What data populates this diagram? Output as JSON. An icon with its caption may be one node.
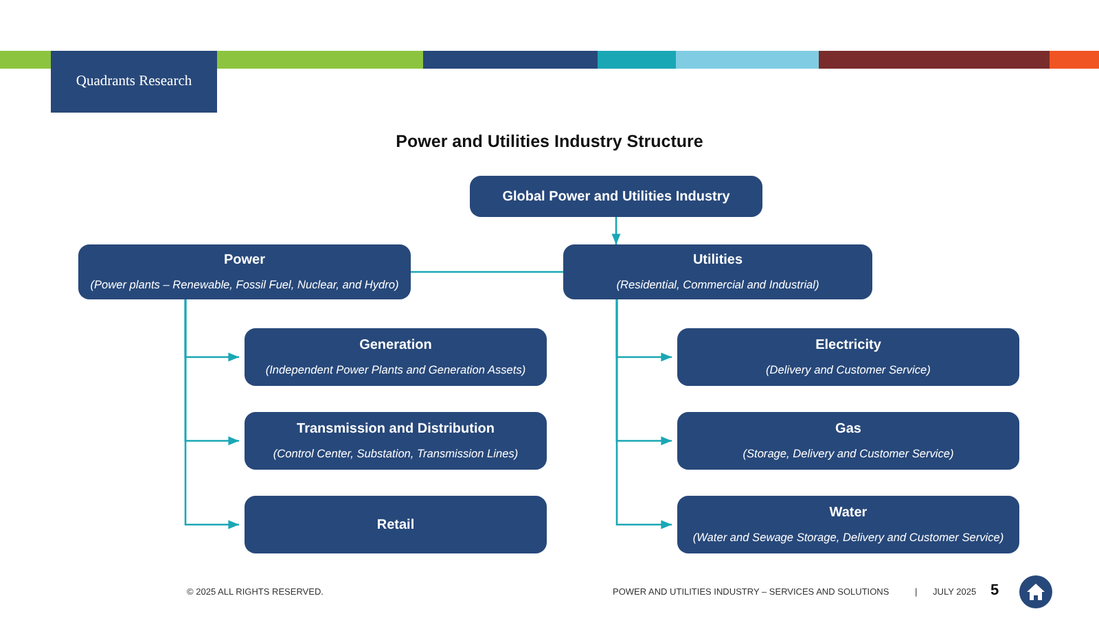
{
  "diagram": {
    "title": "Power and Utilities Industry Structure",
    "nodes": [
      {
        "text": [
          "Quadrants Research"
        ]
      },
      {
        "text": [
          "Global Power and Utilities Industry"
        ]
      },
      {
        "text": [
          "Power",
          "(Power plants – Renewable, Fossil Fuel, Nuclear, and Hydro)"
        ]
      },
      {
        "text": [
          "Utilities",
          "(Residential, Commercial and Industrial)"
        ]
      },
      {
        "text": [
          "Generation",
          "(Independent Power Plants and  Generation Assets)"
        ]
      },
      {
        "text": [
          "Transmission and Distribution",
          "(Control Center, Substation, Transmission Lines)"
        ]
      },
      {
        "text": [
          "Retail"
        ]
      },
      {
        "text": [
          "Electricity",
          "(Delivery and Customer Service)"
        ]
      },
      {
        "text": [
          "Gas",
          "(Storage, Delivery and Customer Service)"
        ]
      },
      {
        "text": [
          "Water",
          "(Water and Sewage  Storage, Delivery and Customer Service)"
        ]
      }
    ],
    "edges": [
      {
        "from": 1,
        "to": 3,
        "arrow": "to"
      },
      {
        "from": 2,
        "to": 3,
        "arrow": "none"
      },
      {
        "from": 2,
        "to": 4,
        "arrow": "to"
      },
      {
        "from": 2,
        "to": 5,
        "arrow": "to"
      },
      {
        "from": 2,
        "to": 6,
        "arrow": "to"
      },
      {
        "from": 3,
        "to": 7,
        "arrow": "to"
      },
      {
        "from": 3,
        "to": 8,
        "arrow": "to"
      },
      {
        "from": 3,
        "to": 9,
        "arrow": "to"
      }
    ],
    "labels": [
      "© 2025 ALL RIGHTS RESERVED.",
      "POWER AND UTILITIES INDUSTRY – SERVICES AND SOLUTIONS",
      "|",
      "JULY 2025",
      "5"
    ]
  }
}
